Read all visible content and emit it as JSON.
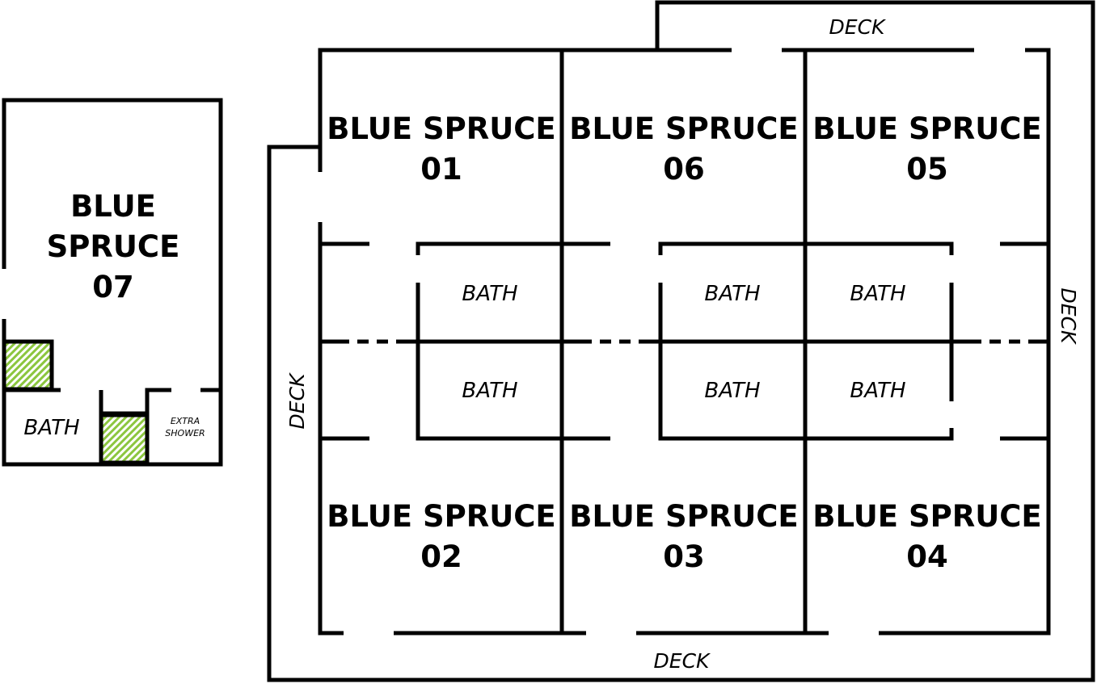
{
  "cabin_07": {
    "room": {
      "line1": "BLUE",
      "line2": "SPRUCE",
      "line3": "07"
    },
    "bath": "BATH",
    "extra_shower": {
      "line1": "EXTRA",
      "line2": "SHOWER"
    },
    "hatch_color": "#8cc63f"
  },
  "main_building": {
    "rooms": {
      "r01": {
        "line1": "BLUE SPRUCE",
        "line2": "01"
      },
      "r06": {
        "line1": "BLUE SPRUCE",
        "line2": "06"
      },
      "r05": {
        "line1": "BLUE SPRUCE",
        "line2": "05"
      },
      "r02": {
        "line1": "BLUE SPRUCE",
        "line2": "02"
      },
      "r03": {
        "line1": "BLUE SPRUCE",
        "line2": "03"
      },
      "r04": {
        "line1": "BLUE SPRUCE",
        "line2": "04"
      }
    },
    "baths": {
      "b1": "BATH",
      "b2": "BATH",
      "b3": "BATH",
      "b4": "BATH",
      "b5": "BATH",
      "b6": "BATH"
    },
    "decks": {
      "top": "DECK",
      "bottom": "DECK",
      "left": "DECK",
      "right": "DECK"
    }
  }
}
